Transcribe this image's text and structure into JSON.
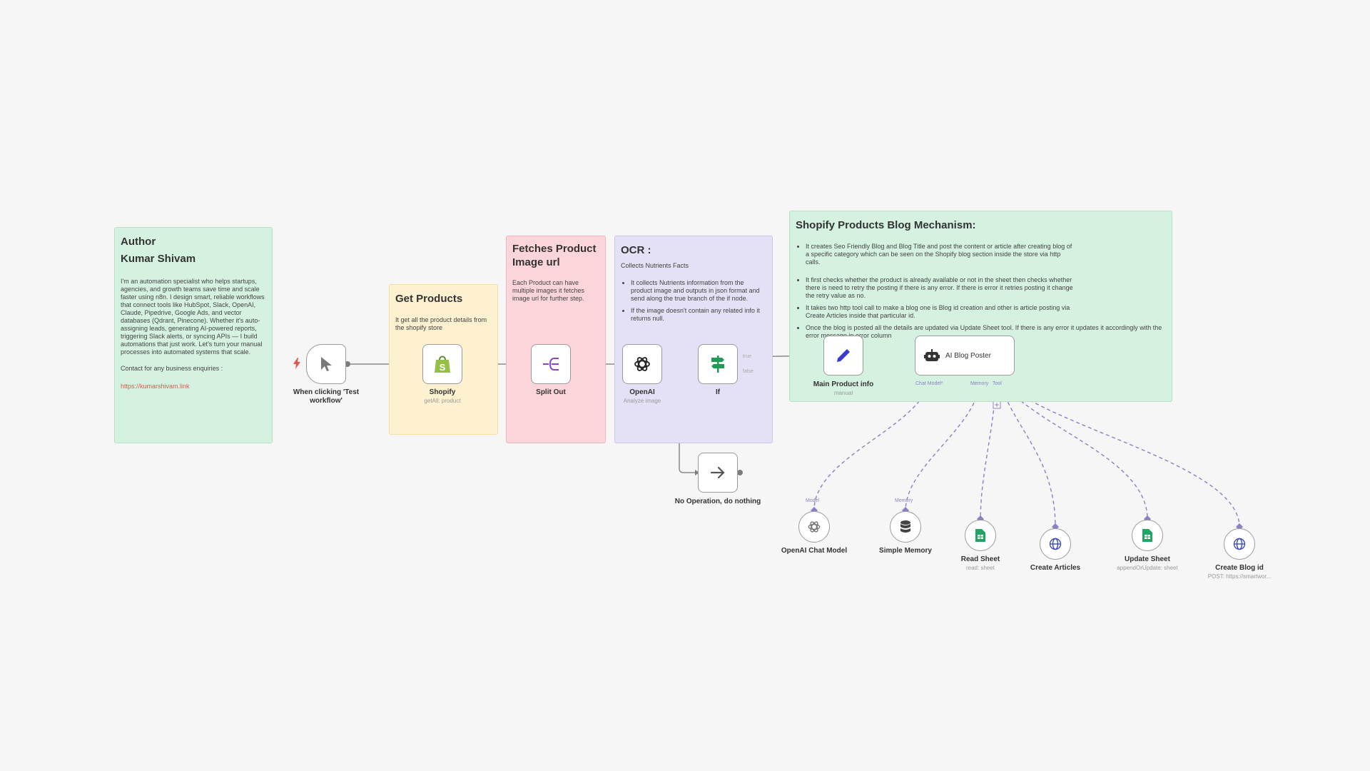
{
  "notes": {
    "author": {
      "title1": "Author",
      "title2": "Kumar Shivam",
      "body": "I'm an automation specialist who helps startups, agencies, and growth teams save time and scale faster using n8n. I design smart, reliable workflows that connect tools like HubSpot, Slack, OpenAI, Claude, Pipedrive, Google Ads, and vector databases (Qdrant, Pinecone). Whether it's auto-assigning leads, generating AI-powered reports, triggering Slack alerts, or syncing APIs — I build automations that just work. Let's turn your manual processes into automated systems that scale.",
      "contact": "Contact for any business enquiries :",
      "link": "https://kumarshivam.link"
    },
    "get_products": {
      "title": "Get Products",
      "body": "It get all the product details from the shopify store"
    },
    "fetch_image": {
      "title": "Fetches Product Image url",
      "body": "Each Product can have multiple images it fetches image url for further step."
    },
    "ocr": {
      "title": "OCR :",
      "subtitle": "Collects Nutrients Facts",
      "bullets": [
        "It collects Nutrients information from the product image and outputs in json format and send along the true branch of the if node.",
        "If the image doesn't contain any related info it returns null."
      ]
    },
    "blog": {
      "title": "Shopify Products Blog Mechanism:",
      "bullets": [
        "It creates Seo Friendly Blog and Blog Title and post the content or article after creating blog of a specific category which can be seen on the Shopify blog section inside the store via http calls.",
        "It first checks whether the product is already available or not in the sheet then checks whether there is need to retry the posting if there is any error. If there is error it retries posting it change the retry value as no.",
        "It takes two http tool call to make a blog one is Blog id creation and other is article posting via Create Articles inside that particular id.",
        "Once the blog is posted all the details are updated via Update Sheet tool. If there is any error it updates it accordingly with the error message in error column"
      ]
    }
  },
  "nodes": {
    "trigger": {
      "label": "When clicking 'Test workflow'",
      "icon": "cursor-icon"
    },
    "shopify": {
      "label": "Shopify",
      "sub": "getAll: product",
      "icon": "shopify-bag-icon"
    },
    "split": {
      "label": "Split Out",
      "icon": "split-icon"
    },
    "openai": {
      "label": "OpenAI",
      "sub": "Analyze image",
      "icon": "openai-icon"
    },
    "if": {
      "label": "If",
      "icon": "signpost-icon",
      "true_label": "true",
      "false_label": "false"
    },
    "noop": {
      "label": "No Operation, do nothing",
      "icon": "arrow-right-icon"
    },
    "main_info": {
      "label": "Main Product info",
      "sub": "manual",
      "icon": "pencil-icon"
    },
    "agent": {
      "label": "AI Blog Poster",
      "icon": "robot-icon",
      "port_chat": "Chat Model*",
      "port_memory": "Memory",
      "port_tool": "Tool"
    },
    "chat_model": {
      "label": "OpenAI Chat Model",
      "port": "Model",
      "icon": "openai-icon"
    },
    "memory": {
      "label": "Simple Memory",
      "port": "Memory",
      "icon": "database-icon"
    },
    "read_sheet": {
      "label": "Read Sheet",
      "sub": "read: sheet",
      "icon": "sheet-icon"
    },
    "create_articles": {
      "label": "Create Articles",
      "icon": "globe-icon"
    },
    "update_sheet": {
      "label": "Update Sheet",
      "sub": "appendOrUpdate: sheet",
      "icon": "sheet-icon"
    },
    "create_blog": {
      "label": "Create Blog id",
      "sub": "POST: https://smartwor...",
      "icon": "globe-icon"
    }
  },
  "colors": {
    "sheet_green": "#21a464",
    "openai_black": "#222222",
    "shopify_green": "#95bf47",
    "split_purple": "#8e44c4",
    "if_green": "#1f9b55",
    "pencil_blue": "#3b3ad3",
    "subnode_port": "#8b7fc6",
    "link_red": "#e3564f"
  }
}
